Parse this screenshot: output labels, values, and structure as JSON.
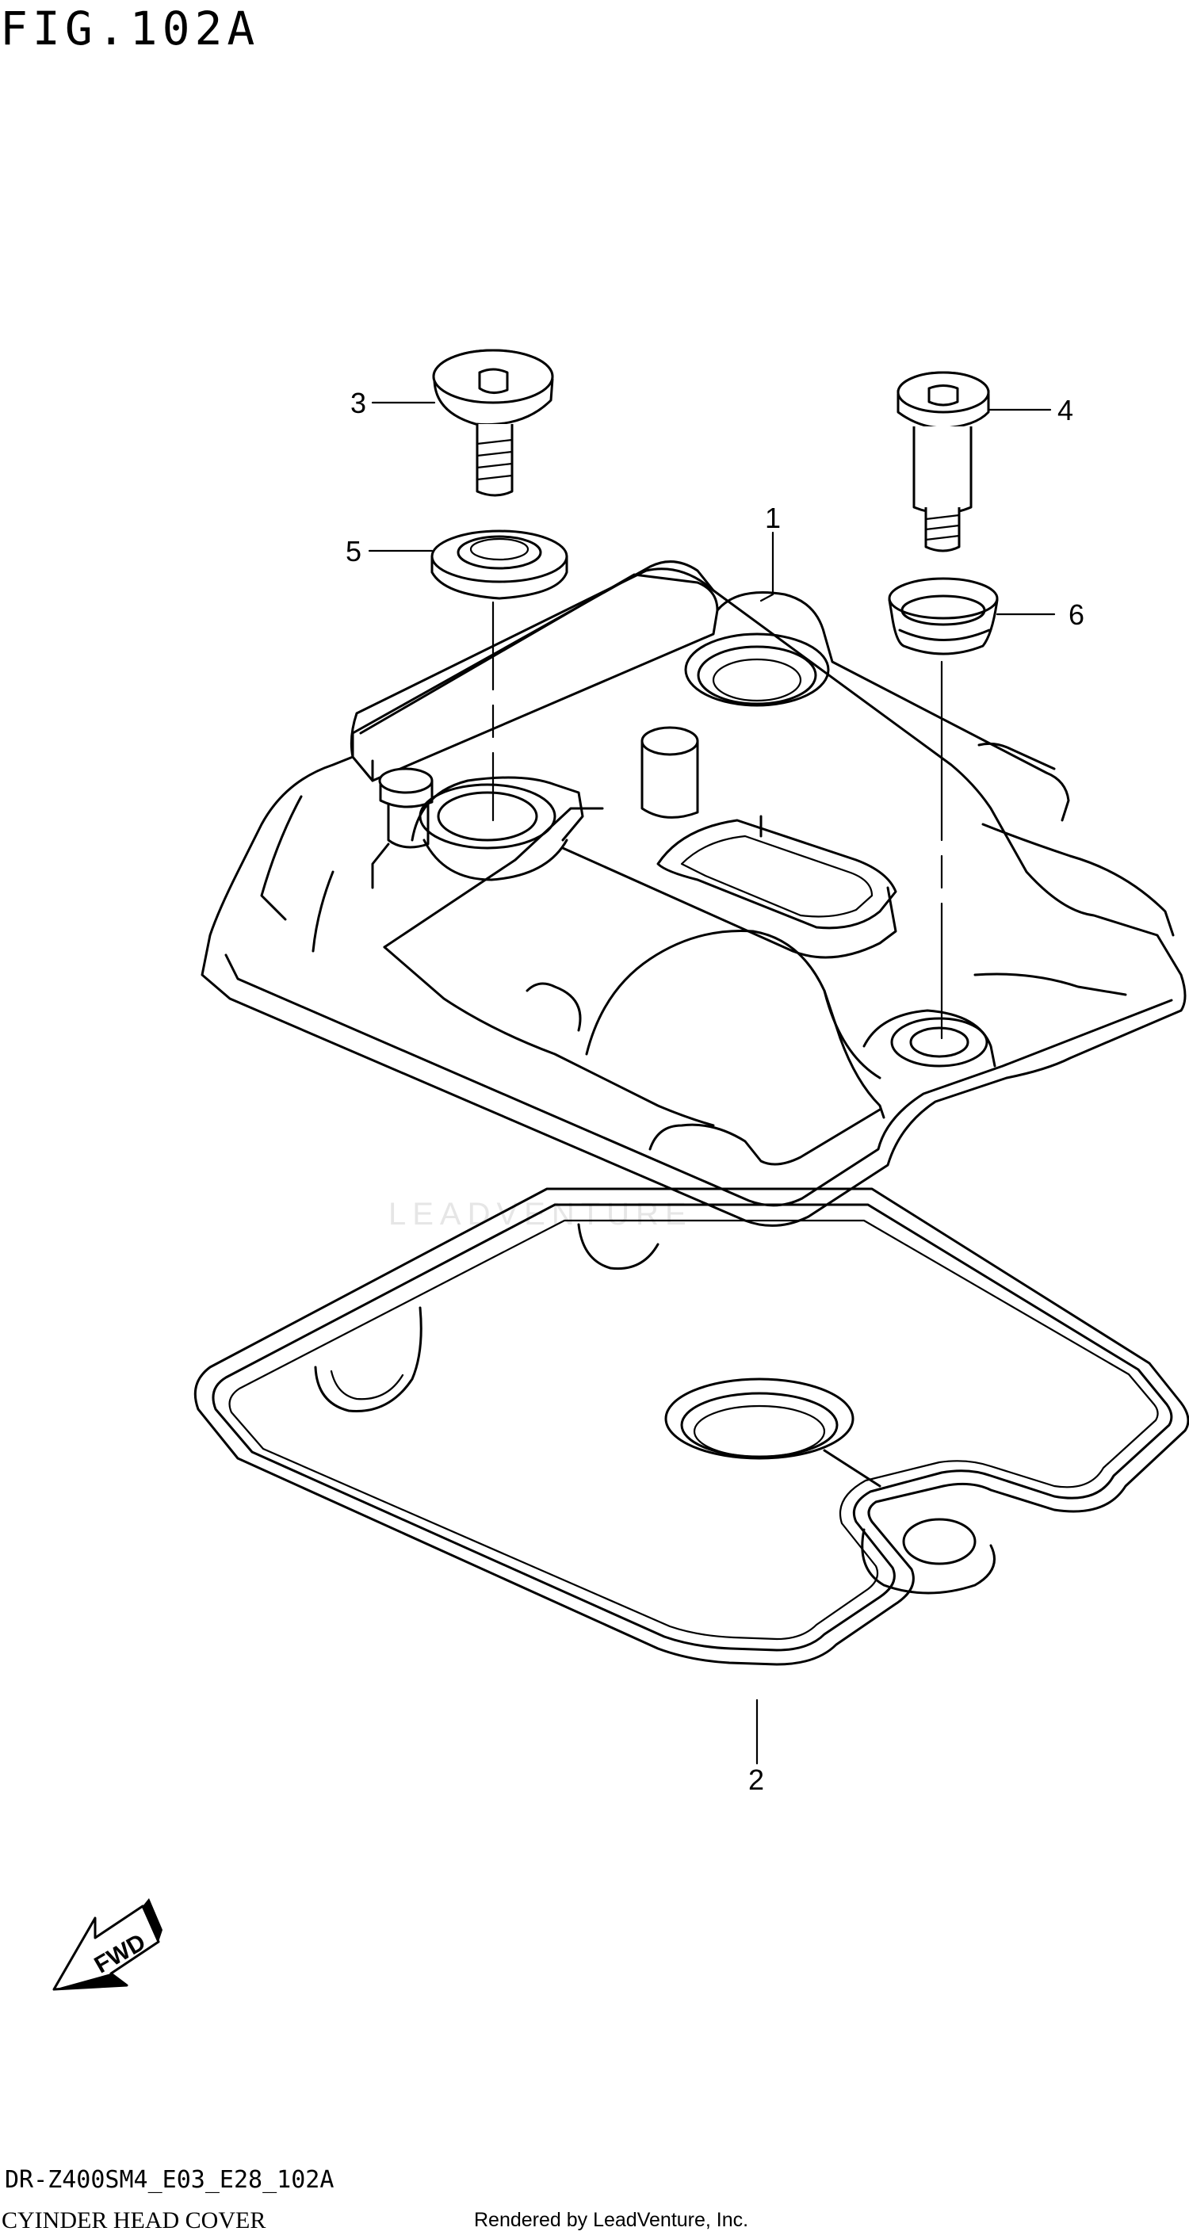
{
  "figure": {
    "title": "FIG.102A",
    "model_code": "DR-Z400SM4_E03_E28_102A",
    "section_name": "CYINDER HEAD COVER",
    "rendered_by": "Rendered by LeadVenture, Inc.",
    "watermark": "LEADVENTURE"
  },
  "callouts": {
    "part_1": "1",
    "part_2": "2",
    "part_3": "3",
    "part_4": "4",
    "part_5": "5",
    "part_6": "6"
  },
  "fwd_arrow": {
    "label": "FWD",
    "icon": "fwd-arrow-icon"
  }
}
